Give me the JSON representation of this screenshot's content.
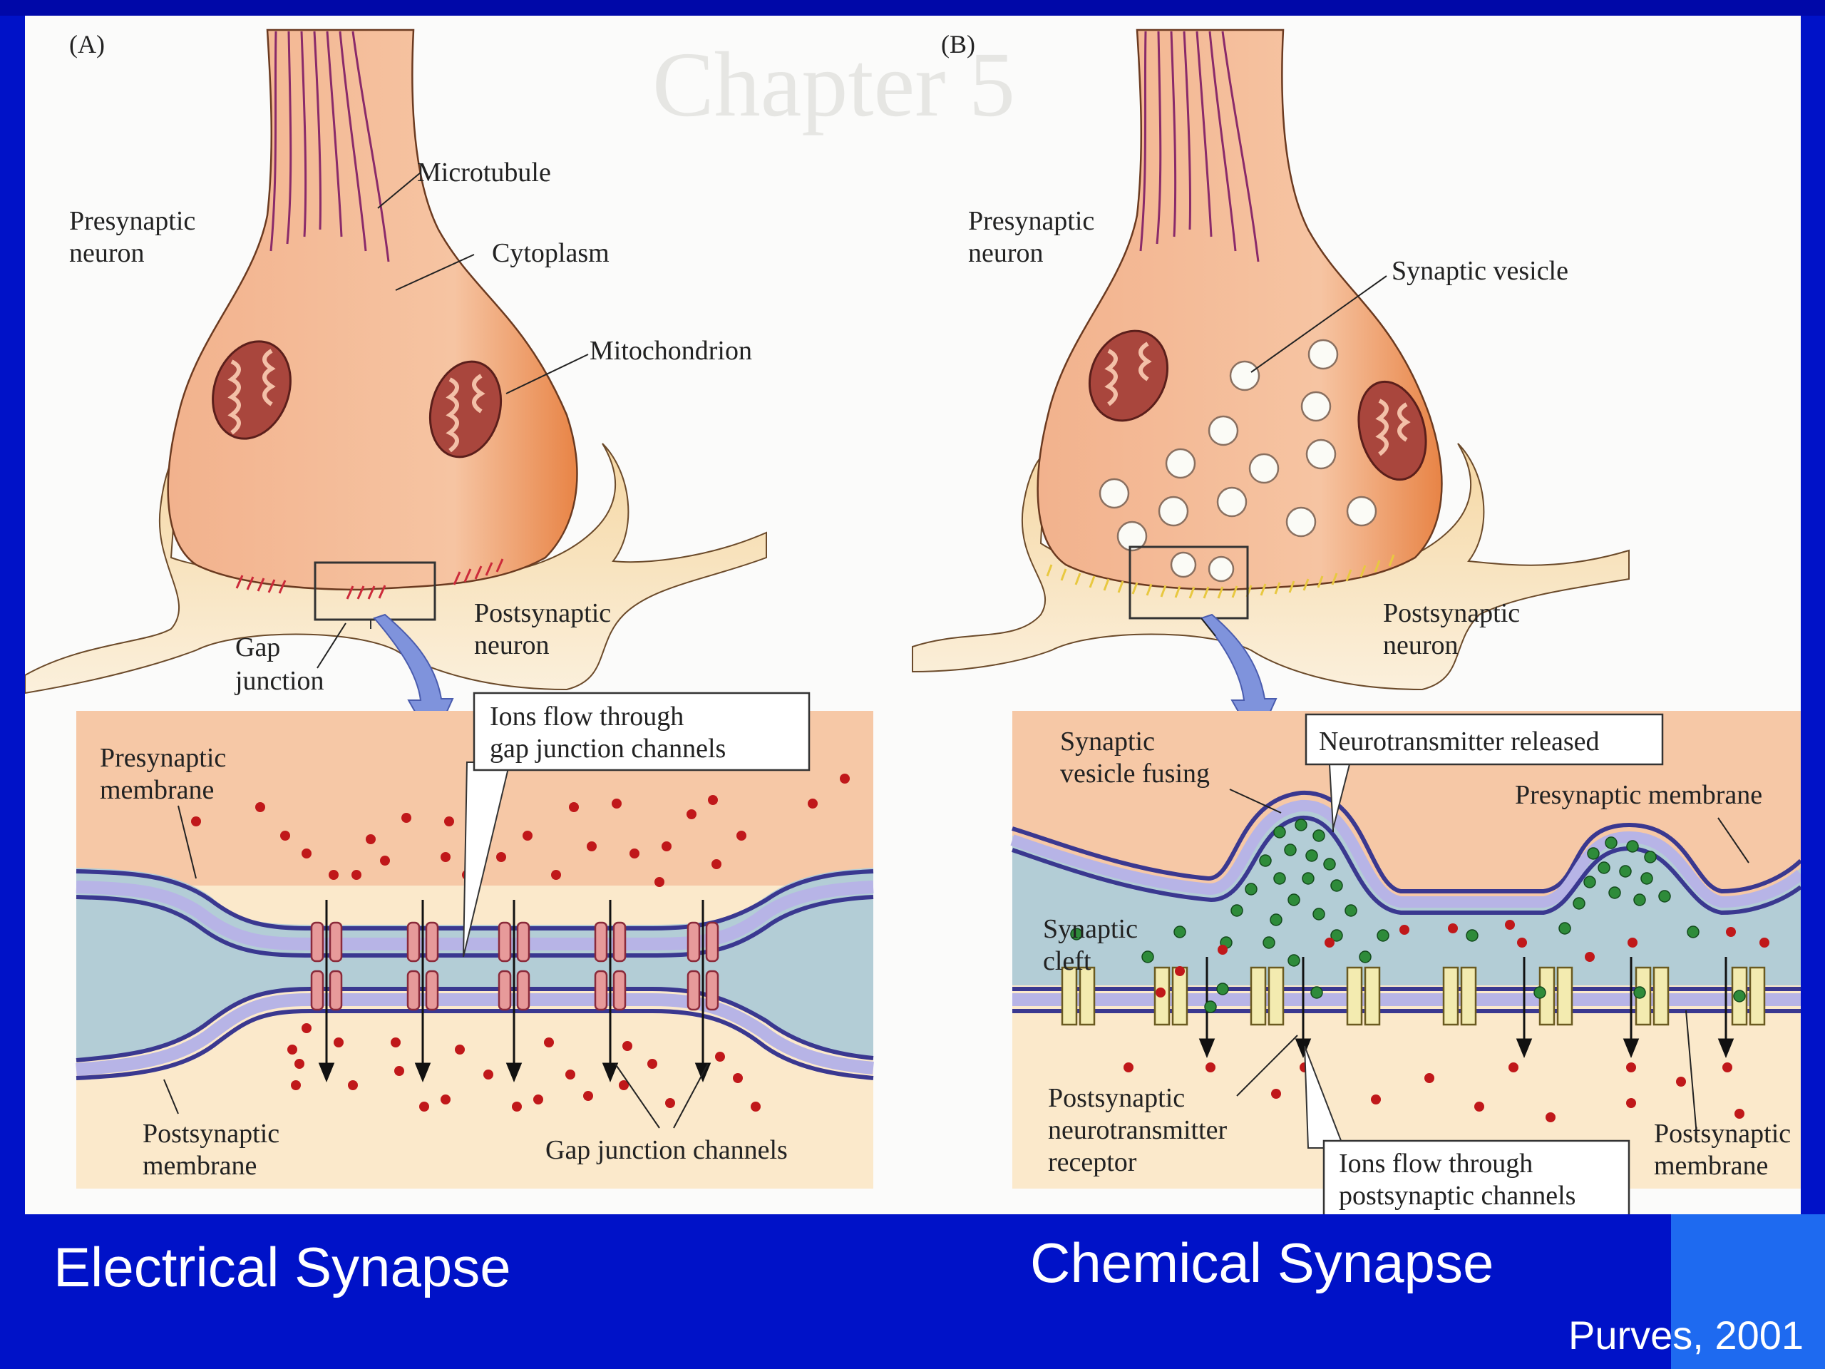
{
  "slide": {
    "left_title": "Electrical Synapse",
    "right_title": "Chemical Synapse",
    "credit": "Purves, 2001"
  },
  "panel_a": {
    "letter": "(A)",
    "microtubule": "Microtubule",
    "presynaptic_neuron": [
      "Presynaptic",
      "neuron"
    ],
    "cytoplasm": "Cytoplasm",
    "mitochondrion": "Mitochondrion",
    "postsynaptic_neuron": [
      "Postsynaptic",
      "neuron"
    ],
    "gap_junction": [
      "Gap",
      "junction"
    ],
    "ions_flow": [
      "Ions flow through",
      "gap junction channels"
    ],
    "presynaptic_membrane": [
      "Presynaptic",
      "membrane"
    ],
    "postsynaptic_membrane": [
      "Postsynaptic",
      "membrane"
    ],
    "gap_junction_channels": "Gap junction channels"
  },
  "panel_b": {
    "letter": "(B)",
    "presynaptic_neuron": [
      "Presynaptic",
      "neuron"
    ],
    "synaptic_vesicle": "Synaptic vesicle",
    "postsynaptic_neuron": [
      "Postsynaptic",
      "neuron"
    ],
    "vesicle_fusing": [
      "Synaptic",
      "vesicle fusing"
    ],
    "neurotransmitter_released": "Neurotransmitter released",
    "presynaptic_membrane": "Presynaptic membrane",
    "synaptic_cleft": [
      "Synaptic",
      "cleft"
    ],
    "receptor": [
      "Postsynaptic",
      "neurotransmitter",
      "receptor"
    ],
    "ions_flow": [
      "Ions flow through",
      "postsynaptic channels"
    ],
    "postsynaptic_membrane": [
      "Postsynaptic",
      "membrane"
    ]
  },
  "colors": {
    "slide_blue": "#0012c8",
    "axon": "#f0a77c",
    "cytoplasm": "#f7c4a2",
    "mitochondrion": "#a9463d",
    "cleft": "#b3cdd6",
    "membrane": "#5c5aa6",
    "ion": "#c0181a",
    "neurotransmitter": "#2e8b3a",
    "postsynaptic": "#fbe9cb"
  }
}
